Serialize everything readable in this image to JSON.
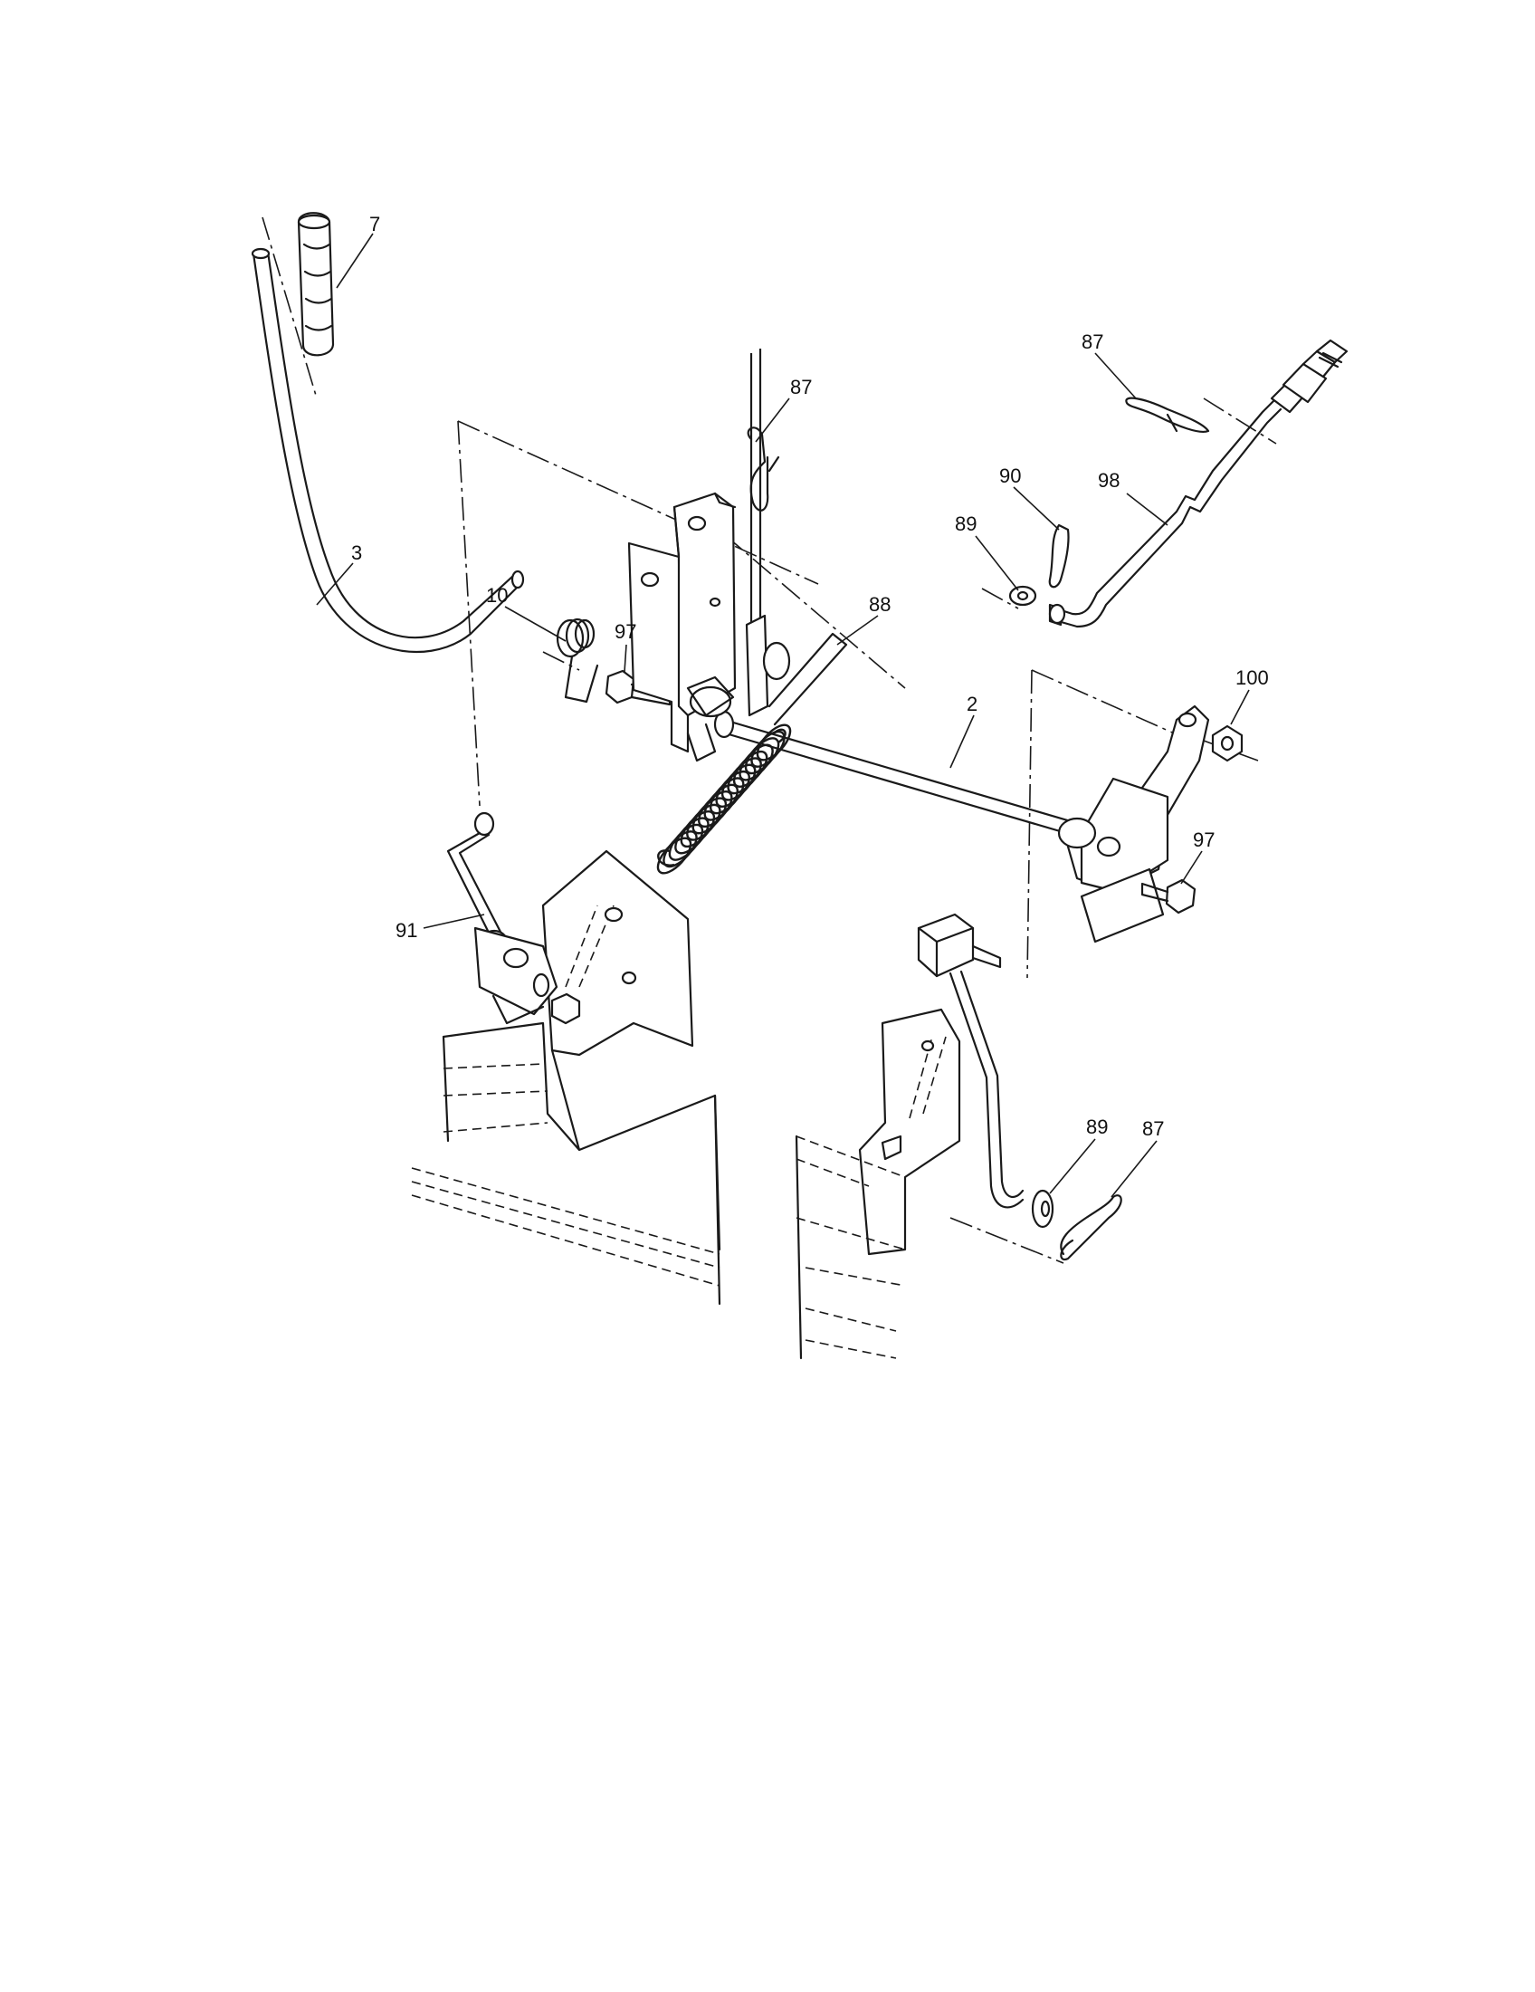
{
  "callouts": {
    "c7": "7",
    "c3": "3",
    "c10": "10",
    "c97a": "97",
    "c87a": "87",
    "c88": "88",
    "c2": "2",
    "c91": "91",
    "c87b": "87",
    "c90": "90",
    "c98": "98",
    "c89a": "89",
    "c100": "100",
    "c97b": "97",
    "c89b": "89",
    "c87c": "87"
  },
  "colors": {
    "line": "#1a1a1a",
    "background": "#ffffff"
  }
}
